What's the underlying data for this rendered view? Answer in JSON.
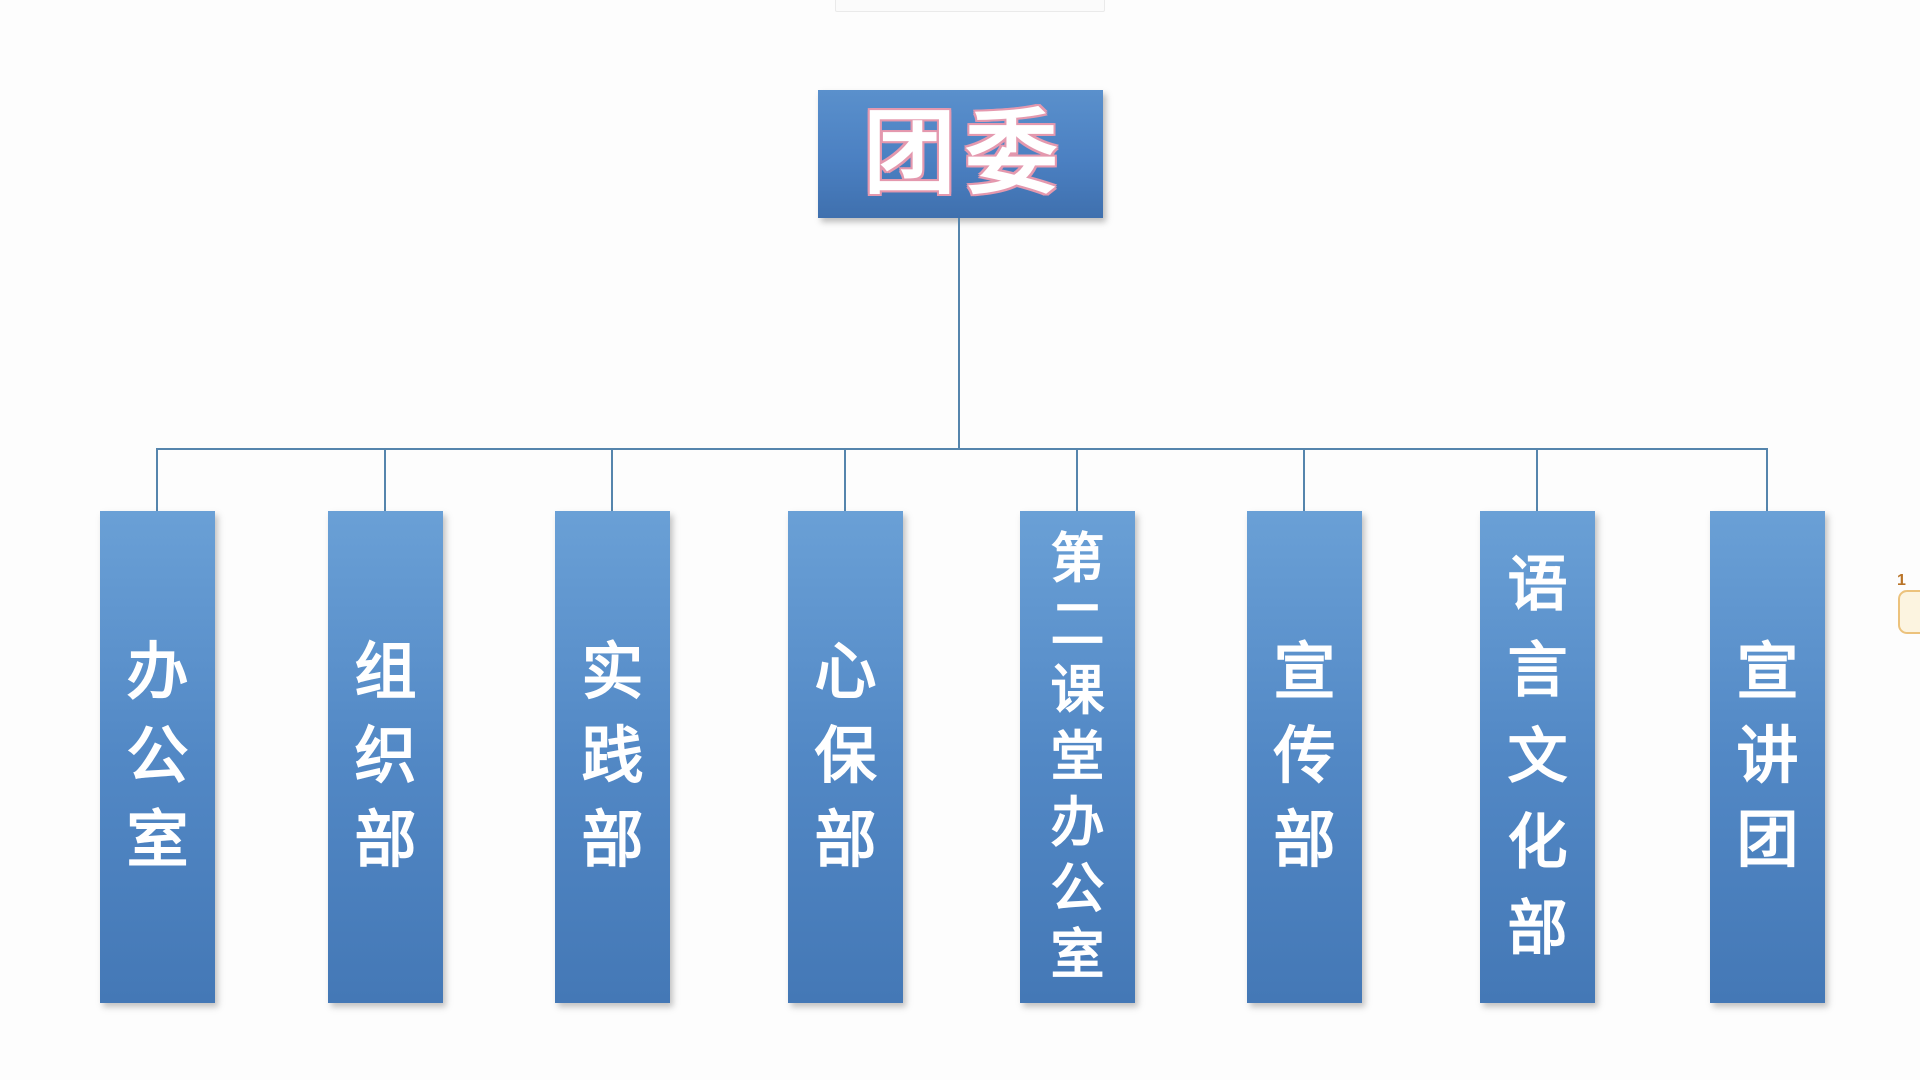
{
  "diagram": {
    "type": "org-chart",
    "root": {
      "label": "团委"
    },
    "departments": [
      {
        "label": "办公室"
      },
      {
        "label": "组织部"
      },
      {
        "label": "实践部"
      },
      {
        "label": "心保部"
      },
      {
        "label": "第二课堂办公室"
      },
      {
        "label": "宣传部"
      },
      {
        "label": "语言文化部"
      },
      {
        "label": "宣讲团"
      }
    ]
  },
  "overlay": {
    "reaction_count": "1"
  },
  "colors": {
    "dept_box_gradient_top": "#6aa0d6",
    "dept_box_gradient_bottom": "#4478b6",
    "root_box_gradient_top": "#5a90cc",
    "root_box_gradient_bottom": "#3f70ae",
    "connector_line": "#5585ad",
    "root_text": "#ffffff",
    "root_text_outline": "#e498ae",
    "department_text": "#ffffff",
    "reaction_accent": "#cd8026",
    "background": "#fdfdfd"
  }
}
